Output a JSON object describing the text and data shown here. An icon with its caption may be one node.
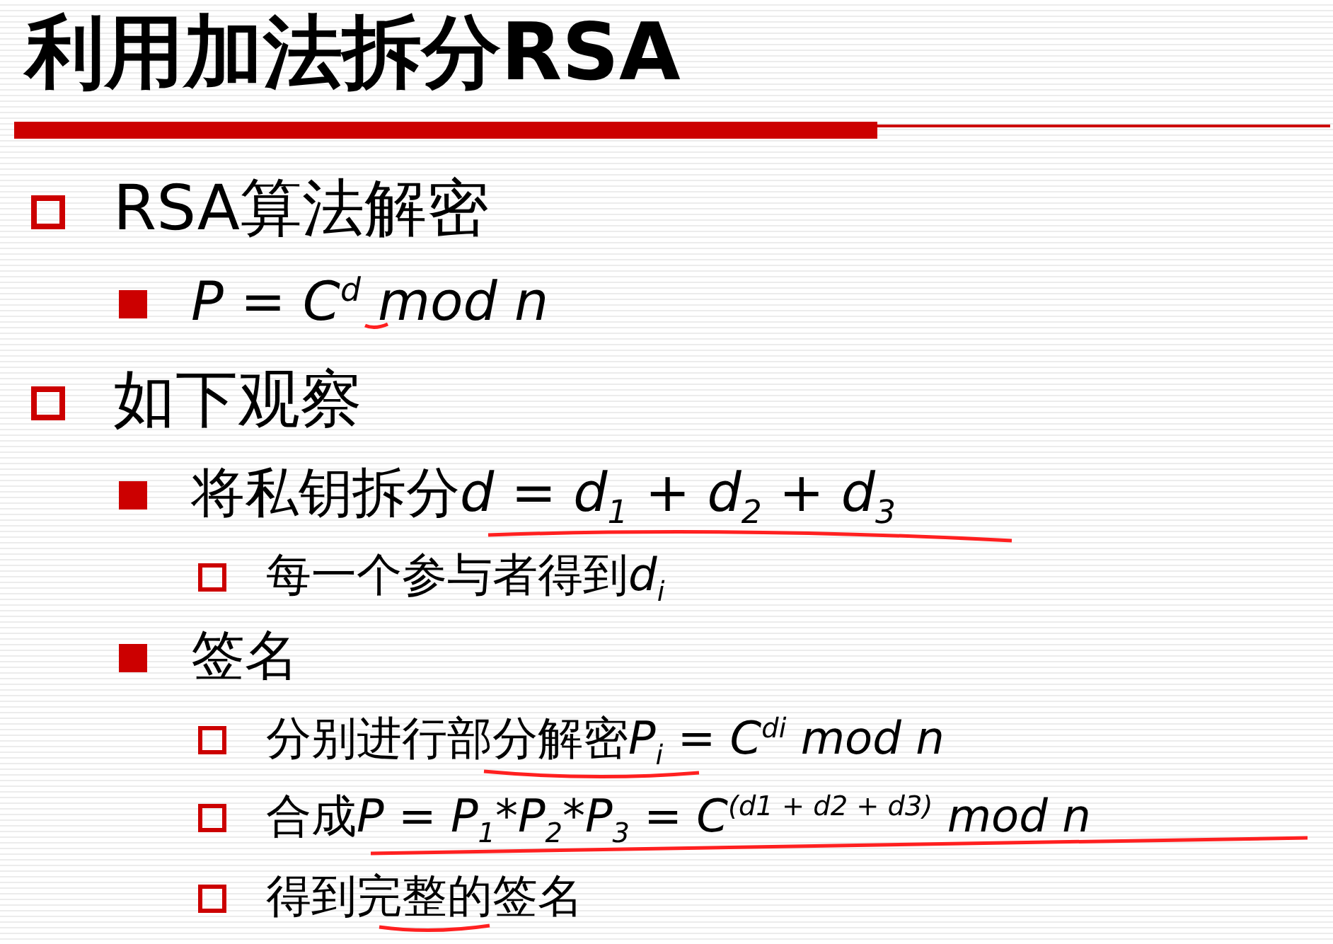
{
  "diagram": {
    "title": "利用加法拆分RSA",
    "labels": [
      "RSA算法解密",
      "P = C$^{d}$ mod n",
      "如下观察",
      "将私钥拆分d = d$_{1}$ + d$_{2}$ + d$_{3}$",
      "每一个参与者得到d$_{i}$",
      "签名",
      "分别进行部分解密P$_{i}$ = C$^{di}$ mod n",
      "合成P = P$_{1}$*P$_{2}$*P$_{3}$ = C$^{(d1 + d2 + d3)}$ mod n",
      "得到完整的签名"
    ]
  }
}
